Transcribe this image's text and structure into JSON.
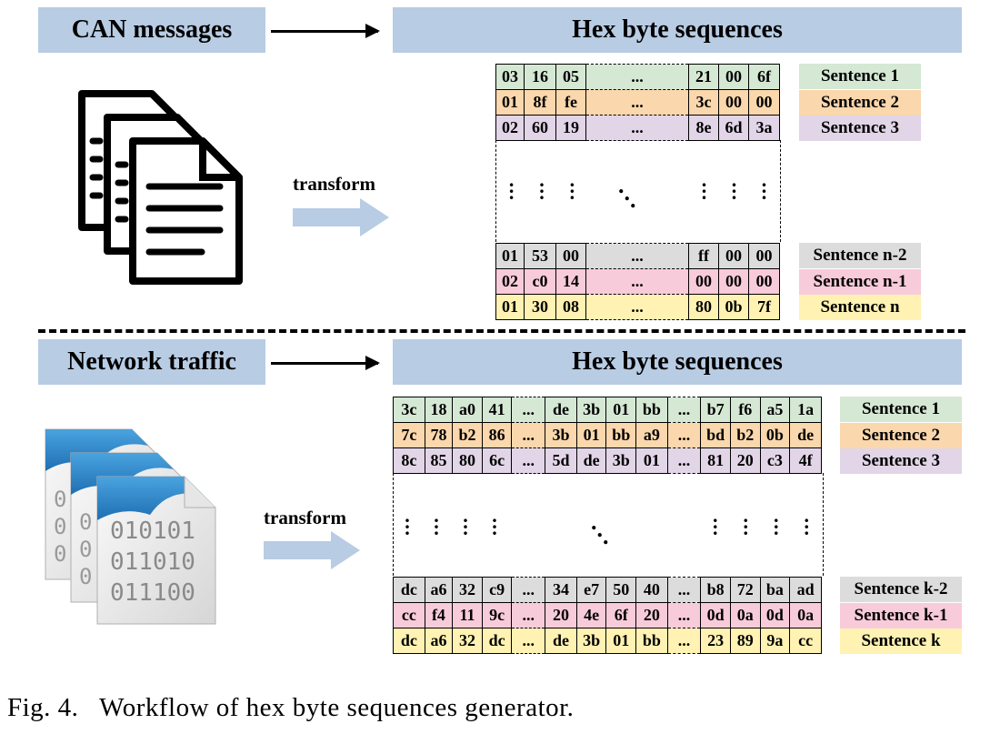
{
  "top": {
    "source_label": "CAN messages",
    "target_label": "Hex byte sequences",
    "transform_label": "transform",
    "rows_top": [
      {
        "cells": [
          "03",
          "16",
          "05",
          "21",
          "00",
          "6f"
        ],
        "sentence": "Sentence 1",
        "color": "#d5e8d4"
      },
      {
        "cells": [
          "01",
          "8f",
          "fe",
          "3c",
          "00",
          "00"
        ],
        "sentence": "Sentence 2",
        "color": "#fad7ac"
      },
      {
        "cells": [
          "02",
          "60",
          "19",
          "8e",
          "6d",
          "3a"
        ],
        "sentence": "Sentence 3",
        "color": "#e1d5e7"
      }
    ],
    "rows_bottom": [
      {
        "cells": [
          "01",
          "53",
          "00",
          "ff",
          "00",
          "00"
        ],
        "sentence": "Sentence n-2",
        "color": "#dcdcdc"
      },
      {
        "cells": [
          "02",
          "c0",
          "14",
          "00",
          "00",
          "00"
        ],
        "sentence": "Sentence n-1",
        "color": "#f8cbdb"
      },
      {
        "cells": [
          "01",
          "30",
          "08",
          "80",
          "0b",
          "7f"
        ],
        "sentence": "Sentence n",
        "color": "#fff2b3"
      }
    ],
    "ellipsis": "..."
  },
  "bottom": {
    "source_label": "Network traffic",
    "target_label": "Hex byte sequences",
    "transform_label": "transform",
    "binary_lines": [
      "010101",
      "011010",
      "011100"
    ],
    "rows_top": [
      {
        "cells": [
          "3c",
          "18",
          "a0",
          "41",
          "de",
          "3b",
          "01",
          "bb",
          "b7",
          "f6",
          "a5",
          "1a"
        ],
        "sentence": "Sentence 1",
        "color": "#d5e8d4"
      },
      {
        "cells": [
          "7c",
          "78",
          "b2",
          "86",
          "3b",
          "01",
          "bb",
          "a9",
          "bd",
          "b2",
          "0b",
          "de"
        ],
        "sentence": "Sentence 2",
        "color": "#fad7ac"
      },
      {
        "cells": [
          "8c",
          "85",
          "80",
          "6c",
          "5d",
          "de",
          "3b",
          "01",
          "81",
          "20",
          "c3",
          "4f"
        ],
        "sentence": "Sentence 3",
        "color": "#e1d5e7"
      }
    ],
    "rows_bottom": [
      {
        "cells": [
          "dc",
          "a6",
          "32",
          "c9",
          "34",
          "e7",
          "50",
          "40",
          "b8",
          "72",
          "ba",
          "ad"
        ],
        "sentence": "Sentence k-2",
        "color": "#dcdcdc"
      },
      {
        "cells": [
          "cc",
          "f4",
          "11",
          "9c",
          "20",
          "4e",
          "6f",
          "20",
          "0d",
          "0a",
          "0d",
          "0a"
        ],
        "sentence": "Sentence k-1",
        "color": "#f8cbdb"
      },
      {
        "cells": [
          "dc",
          "a6",
          "32",
          "dc",
          "de",
          "3b",
          "01",
          "bb",
          "23",
          "89",
          "9a",
          "cc"
        ],
        "sentence": "Sentence k",
        "color": "#fff2b3"
      }
    ],
    "ellipsis": "..."
  },
  "caption": "Fig. 4.   Workflow of hex byte sequences generator."
}
